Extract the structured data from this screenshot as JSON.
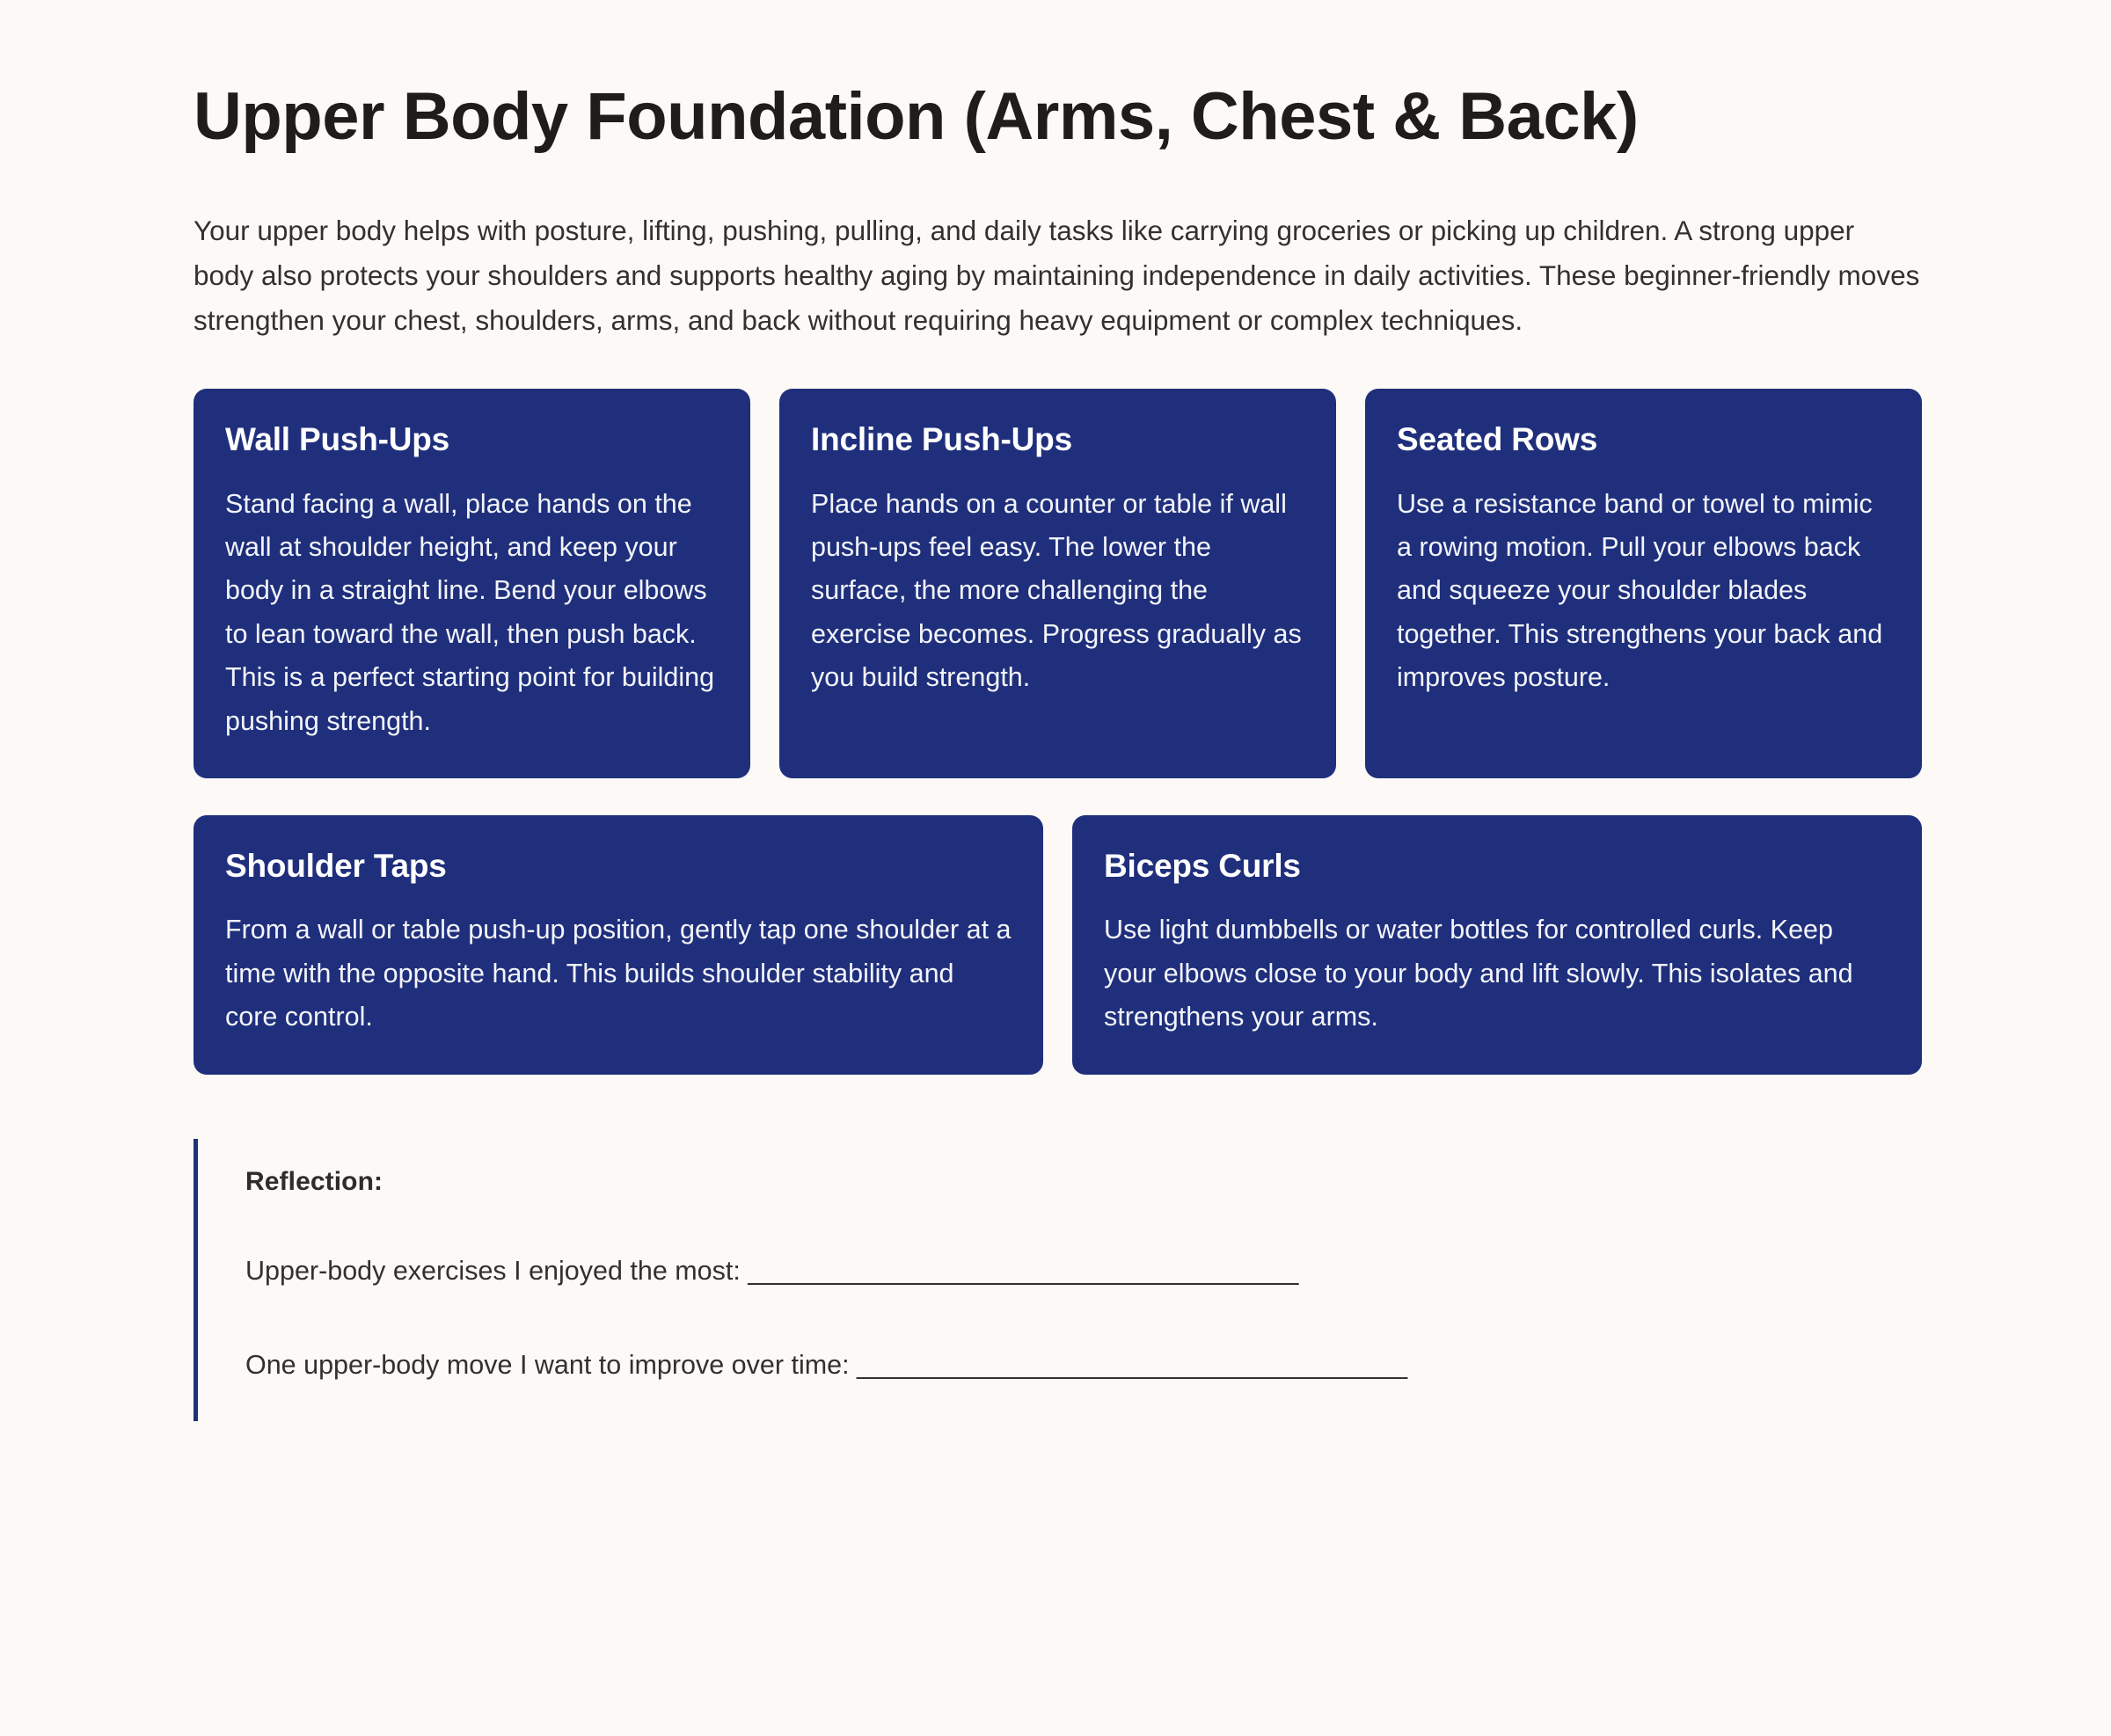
{
  "page": {
    "title": "Upper Body Foundation (Arms, Chest & Back)",
    "intro": "Your upper body helps with posture, lifting, pushing, pulling, and daily tasks like carrying groceries or picking up children. A strong upper body also protects your shoulders and supports healthy aging by maintaining independence in daily activities. These beginner-friendly moves strengthen your chest, shoulders, arms, and back without requiring heavy equipment or complex techniques.",
    "background_color": "#fdf9f7",
    "title_color": "#1f1d1c",
    "accent_color": "#1f2f7c"
  },
  "cards_row_1": [
    {
      "title": "Wall Push-Ups",
      "text": "Stand facing a wall, place hands on the wall at shoulder height, and keep your body in a straight line. Bend your elbows to lean toward the wall, then push back. This is a perfect starting point for building pushing strength."
    },
    {
      "title": "Incline Push-Ups",
      "text": "Place hands on a counter or table if wall push-ups feel easy. The lower the surface, the more challenging the exercise becomes. Progress gradually as you build strength."
    },
    {
      "title": "Seated Rows",
      "text": "Use a resistance band or towel to mimic a rowing motion. Pull your elbows back and squeeze your shoulder blades together. This strengthens your back and improves posture."
    }
  ],
  "cards_row_2": [
    {
      "title": "Shoulder Taps",
      "text": "From a wall or table push-up position, gently tap one shoulder at a time with the opposite hand. This builds shoulder stability and core control."
    },
    {
      "title": "Biceps Curls",
      "text": "Use light dumbbells or water bottles for controlled curls. Keep your elbows close to your body and lift slowly. This isolates and strengthens your arms."
    }
  ],
  "reflection": {
    "label": "Reflection:",
    "border_color": "#1e3279",
    "prompts": [
      {
        "text": "Upper-body exercises I enjoyed the most: ",
        "blank": "______________________________________"
      },
      {
        "text": "One upper-body move I want to improve over time: ",
        "blank": "______________________________________"
      }
    ]
  }
}
